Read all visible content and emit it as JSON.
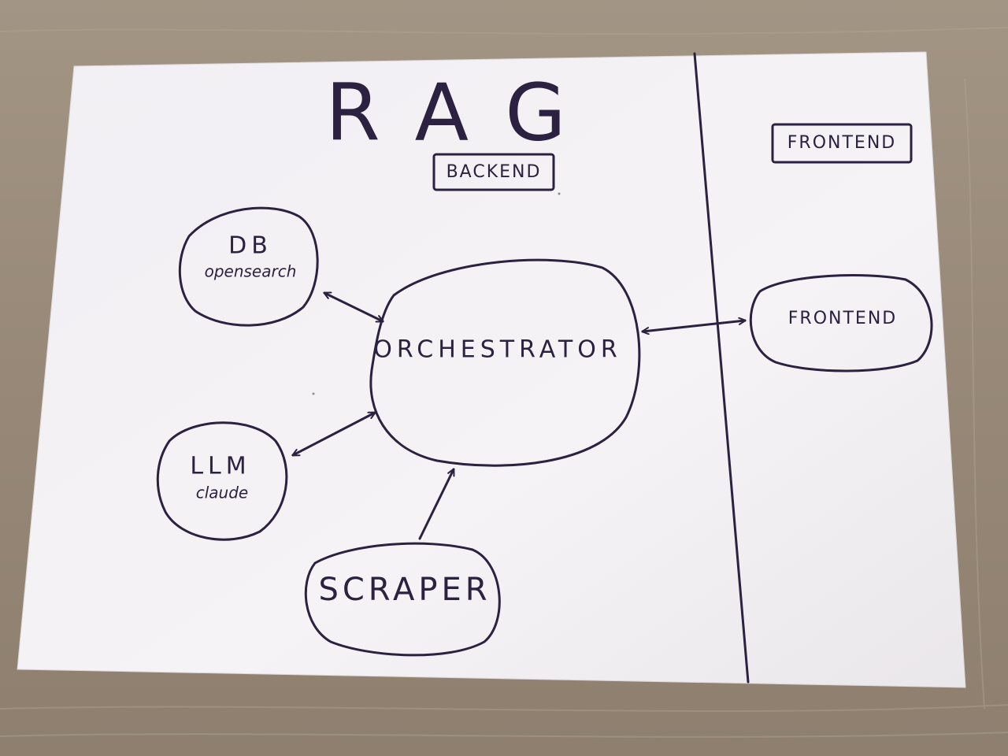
{
  "title": "RAG",
  "sections": {
    "backend": "BACKEND",
    "frontend": "FRONTEND"
  },
  "nodes": {
    "db": {
      "label": "DB",
      "sub": "opensearch"
    },
    "orchestrator": {
      "label": "ORCHESTRATOR"
    },
    "llm": {
      "label": "LLM",
      "sub": "claude"
    },
    "scraper": {
      "label": "SCRAPER"
    },
    "frontend": {
      "label": "FRONTEND"
    }
  },
  "connections": [
    {
      "from": "db",
      "to": "orchestrator",
      "direction": "both"
    },
    {
      "from": "llm",
      "to": "orchestrator",
      "direction": "both"
    },
    {
      "from": "scraper",
      "to": "orchestrator",
      "direction": "to"
    },
    {
      "from": "orchestrator",
      "to": "frontend",
      "direction": "both"
    }
  ],
  "colors": {
    "ink": "#2b2140",
    "paper": "#f3f1f4",
    "table": "#9a8c7c"
  }
}
